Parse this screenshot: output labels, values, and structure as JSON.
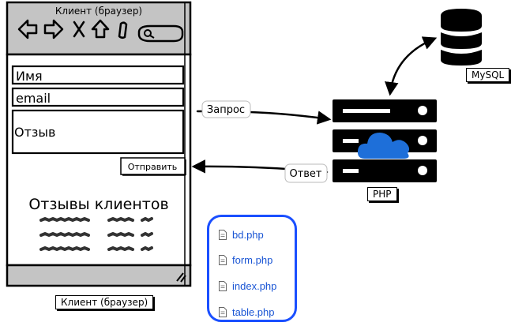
{
  "browser": {
    "title": "Клиент (браузер)",
    "field_name": "Имя",
    "field_email": "email",
    "field_review": "Отзыв",
    "submit_label": "Отправить",
    "reviews_heading": "Отзывы клиентов",
    "caption": "Клиент (браузер)"
  },
  "arrows": {
    "request_label": "Запрос",
    "response_label": "Ответ"
  },
  "server": {
    "label": "PHP"
  },
  "database": {
    "label": "MySQL"
  },
  "files": [
    {
      "name": "bd.php"
    },
    {
      "name": "form.php"
    },
    {
      "name": "index.php"
    },
    {
      "name": "table.php"
    }
  ],
  "colors": {
    "cloud": "#1e6fd9",
    "file_border": "#1a4fff",
    "file_text": "#1a55d4",
    "window_chrome": "#c4c4c4"
  }
}
